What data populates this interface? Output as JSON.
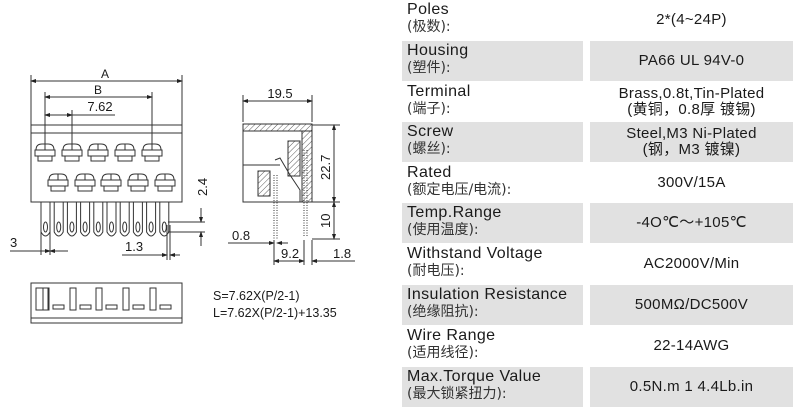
{
  "drawing": {
    "dims": {
      "A": "A",
      "B": "B",
      "pitch": "7.62",
      "pin_offset": "3",
      "pin_width": "1.3",
      "pin_tip": "2.4",
      "depth": "19.5",
      "height": "22.7",
      "pin_length": "10",
      "pin_thickness": "0.8",
      "pin_spacing": "9.2",
      "rear_offset": "1.8"
    },
    "formulas": [
      "S=7.62X(P/2-1)",
      "L=7.62X(P/2-1)+13.35"
    ]
  },
  "specs": [
    {
      "en": "Poles",
      "zh": "(极数):",
      "value": [
        "2*(4~24P)"
      ]
    },
    {
      "en": "Housing",
      "zh": "(塑件):",
      "value": [
        "PA66 UL 94V-0"
      ]
    },
    {
      "en": "Terminal",
      "zh": "(端子):",
      "value": [
        "Brass,0.8t,Tin-Plated",
        "(黄铜，0.8厚 镀锡)"
      ]
    },
    {
      "en": "Screw",
      "zh": "(螺丝):",
      "value": [
        "Steel,M3 Ni-Plated",
        "(钢，M3 镀镍)"
      ]
    },
    {
      "en": "Rated",
      "zh": "(额定电压/电流):",
      "value": [
        "300V/15A"
      ]
    },
    {
      "en": "Temp.Range",
      "zh": "(使用温度):",
      "value": [
        "-4O℃～+105℃"
      ]
    },
    {
      "en": "Withstand Voltage",
      "zh": "(耐电压):",
      "value": [
        "AC2000V/Min"
      ]
    },
    {
      "en": "Insulation Resistance",
      "zh": "(绝缘阻抗):",
      "value": [
        "500MΩ/DC500V"
      ]
    },
    {
      "en": "Wire Range",
      "zh": "(适用线径):",
      "value": [
        "22-14AWG"
      ]
    },
    {
      "en": "Max.Torque Value",
      "zh": "(最大锁紧扭力):",
      "value": [
        "0.5N.m 1 4.4Lb.in"
      ]
    }
  ]
}
